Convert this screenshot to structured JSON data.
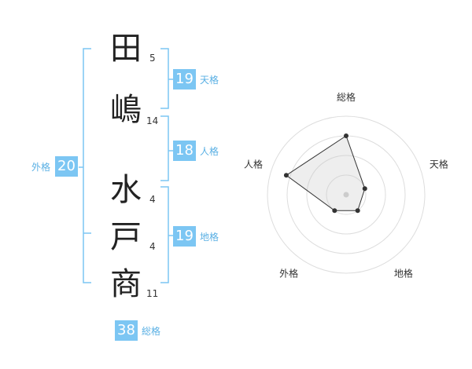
{
  "name": {
    "characters": [
      {
        "char": "田",
        "strokes": "5"
      },
      {
        "char": "嶋",
        "strokes": "14"
      },
      {
        "char": "水",
        "strokes": "4"
      },
      {
        "char": "戸",
        "strokes": "4"
      },
      {
        "char": "商",
        "strokes": "11"
      }
    ]
  },
  "fortune": {
    "tenkaku": {
      "value": "19",
      "label": "天格"
    },
    "jinkaku": {
      "value": "18",
      "label": "人格"
    },
    "chikaku": {
      "value": "19",
      "label": "地格"
    },
    "gaikaku": {
      "value": "20",
      "label": "外格"
    },
    "soukaku": {
      "value": "38",
      "label": "総格"
    }
  },
  "colors": {
    "accent": "#7cc6f3",
    "label_text": "#5ab0e4",
    "bracket": "#7cc6f3"
  },
  "chart_data": {
    "type": "radar",
    "axes": [
      "総格",
      "天格",
      "地格",
      "外格",
      "人格"
    ],
    "series": [
      {
        "values": [
          0.75,
          0.25,
          0.25,
          0.25,
          0.8
        ]
      }
    ],
    "rings": 4,
    "range": [
      0,
      1
    ]
  }
}
